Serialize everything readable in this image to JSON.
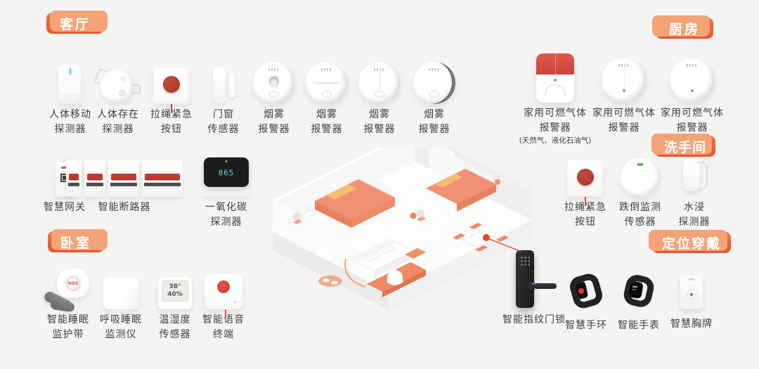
{
  "banners": {
    "living_room": "客厅",
    "kitchen": "厨房",
    "bathroom": "洗手间",
    "bedroom": "卧室",
    "wearables": "定位穿戴"
  },
  "living_room": {
    "row1": [
      {
        "l1": "人体移动",
        "l2": "探测器"
      },
      {
        "l1": "人体存在",
        "l2": "探测器"
      },
      {
        "l1": "拉绳紧急",
        "l2": "按钮"
      },
      {
        "l1": "门窗",
        "l2": "传感器"
      },
      {
        "l1": "烟雾",
        "l2": "报警器"
      },
      {
        "l1": "烟雾",
        "l2": "报警器"
      },
      {
        "l1": "烟雾",
        "l2": "报警器"
      },
      {
        "l1": "烟雾",
        "l2": "报警器"
      }
    ],
    "row2": [
      {
        "l1": "智慧网关"
      },
      {
        "l1": "智能断路器"
      },
      {
        "l1": "一氧化碳",
        "l2": "探测器"
      }
    ]
  },
  "kitchen": {
    "items": [
      {
        "l1": "家用可燃气体",
        "l2": "报警器",
        "note": "(天然气、液化石油气)"
      },
      {
        "l1": "家用可燃气体",
        "l2": "报警器"
      },
      {
        "l1": "家用可燃气体",
        "l2": "报警器"
      }
    ]
  },
  "bathroom": {
    "items": [
      {
        "l1": "拉绳紧急",
        "l2": "按钮"
      },
      {
        "l1": "跌倒监测",
        "l2": "传感器"
      },
      {
        "l1": "水浸",
        "l2": "探测器"
      }
    ]
  },
  "bedroom": {
    "items": [
      {
        "l1": "智能睡眠",
        "l2": "监护带"
      },
      {
        "l1": "呼吸睡眠",
        "l2": "监测仪"
      },
      {
        "l1": "温湿度",
        "l2": "传感器"
      },
      {
        "l1": "智能语音",
        "l2": "终端"
      }
    ]
  },
  "wearables": {
    "items": [
      {
        "l1": "智能指纹门锁"
      },
      {
        "l1": "智慧手环"
      },
      {
        "l1": "智能手表"
      },
      {
        "l1": "智慧胸牌"
      }
    ]
  },
  "displays": {
    "co": "865",
    "temp": "38°",
    "humidity": "40%",
    "sos": "SOS"
  },
  "colors": {
    "accent": "#e9542b",
    "coral": "#f19173",
    "pillow": "#f6bd72",
    "red_button": "#a83426"
  }
}
